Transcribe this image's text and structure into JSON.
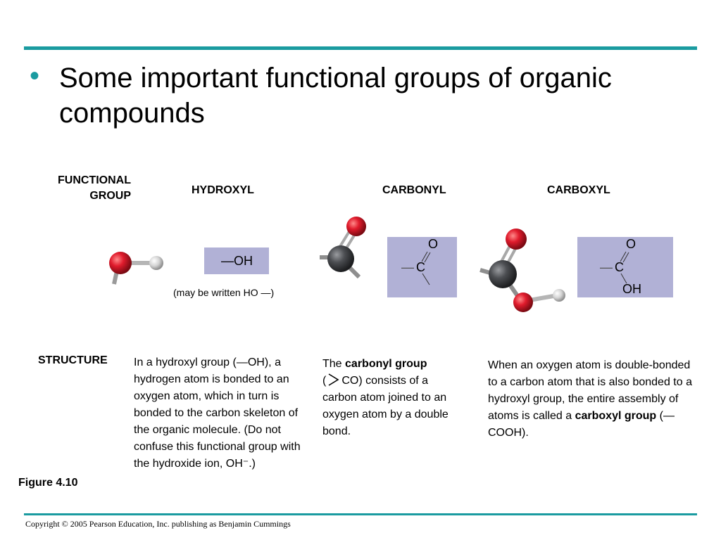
{
  "title": {
    "bullet": "•",
    "text": "Some important functional groups of organic compounds"
  },
  "headers": {
    "functional_group": "FUNCTIONAL GROUP",
    "hydroxyl": "HYDROXYL",
    "carbonyl": "CARBONYL",
    "carboxyl": "CARBOXYL"
  },
  "formulas": {
    "hydroxyl": "—OH",
    "hydroxyl_note_prefix": "(may be written HO",
    "hydroxyl_note_suffix": "—)",
    "carbonyl_o": "O",
    "carbonyl_c": "C",
    "carbonyl_bond": "—",
    "carboxyl_o": "O",
    "carboxyl_c": "C",
    "carboxyl_oh": "OH",
    "carboxyl_bond": "—"
  },
  "structure": {
    "label": "STRUCTURE",
    "hydroxyl_text": "In a hydroxyl group (—OH), a hydrogen atom is bonded to an oxygen atom, which in turn is bonded to the carbon skeleton of the organic molecule. (Do not confuse this functional group with the hydroxide ion, OH⁻.)",
    "carbonyl_pre": "The ",
    "carbonyl_bold": "carbonyl group",
    "carbonyl_open": "(",
    "carbonyl_rest": "CO) consists of a carbon atom joined to an oxygen atom by a double bond.",
    "carboxyl_pre": "When an oxygen atom is double-bonded to a carbon atom that is also bonded to a hydroxyl group, the entire assembly of atoms is called a ",
    "carboxyl_bold": "carboxyl group",
    "carboxyl_post": " (—COOH)."
  },
  "figure_label": "Figure 4.10",
  "copyright": "Copyright © 2005 Pearson Education, Inc. publishing as Benjamin Cummings",
  "colors": {
    "accent": "#1a9ba0",
    "formula_box": "#b1b1d6",
    "oxygen": "#d8172a",
    "carbon": "#4a4c50",
    "hydrogen": "#d8d8d8"
  }
}
